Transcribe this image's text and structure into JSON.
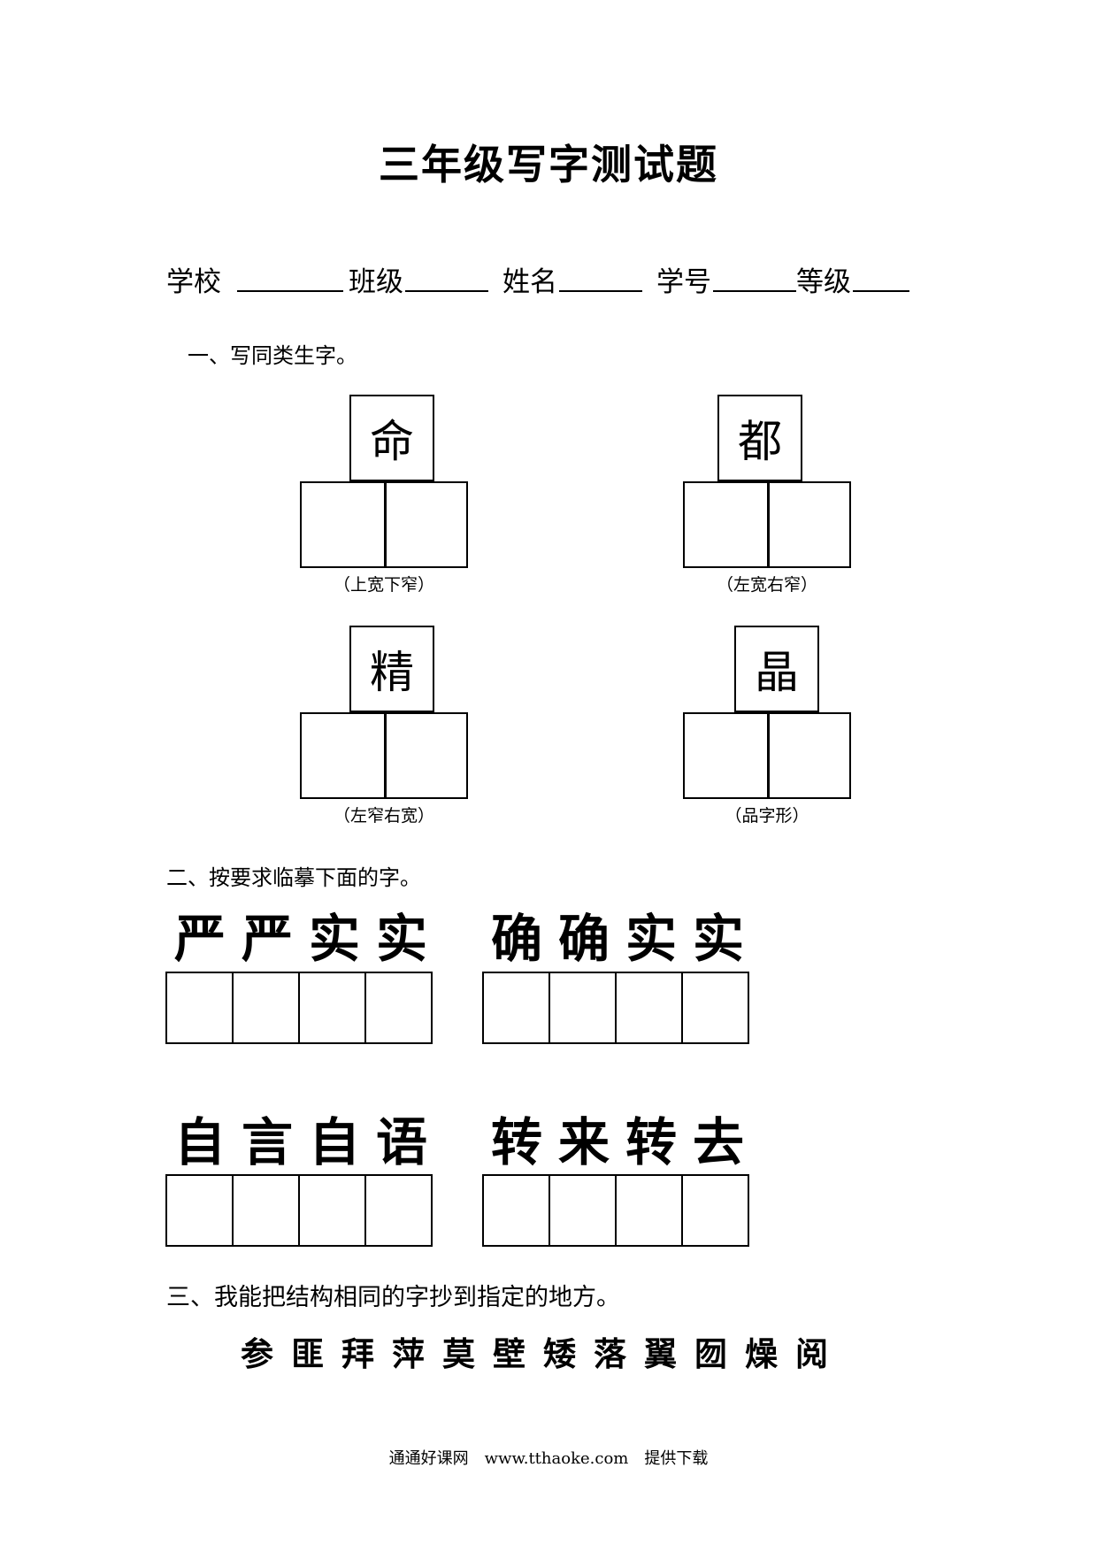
{
  "title": "三年级写字测试题",
  "info": {
    "school": "学校",
    "class": "班级",
    "name": "姓名",
    "number": "学号",
    "grade": "等级"
  },
  "section1": {
    "heading": "一、写同类生字。",
    "items": [
      {
        "char": "命",
        "caption": "（上宽下窄）"
      },
      {
        "char": "都",
        "caption": "（左宽右窄）"
      },
      {
        "char": "精",
        "caption": "（左窄右宽）"
      },
      {
        "char": "晶",
        "caption": "（品字形）"
      }
    ]
  },
  "section2": {
    "heading": "二、按要求临摹下面的字。",
    "rows": [
      {
        "left": [
          "严",
          "严",
          "实",
          "实"
        ],
        "right": [
          "确",
          "确",
          "实",
          "实"
        ]
      },
      {
        "left": [
          "自",
          "言",
          "自",
          "语"
        ],
        "right": [
          "转",
          "来",
          "转",
          "去"
        ]
      }
    ]
  },
  "section3": {
    "heading": "三、我能把结构相同的字抄到指定的地方。",
    "chars": [
      "参",
      "匪",
      "拜",
      "萍",
      "莫",
      "壁",
      "矮",
      "落",
      "翼",
      "囫",
      "燥",
      "阅"
    ]
  },
  "footer": "通通好课网　www.tthaoke.com　提供下载"
}
